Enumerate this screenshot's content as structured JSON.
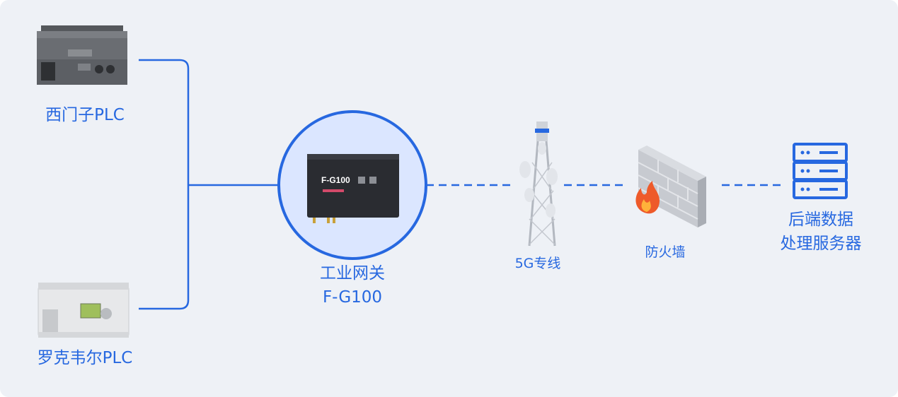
{
  "colors": {
    "background": "#eef1f6",
    "accent": "#2768e0",
    "accent_light": "#dbe6ff",
    "device_dark": "#2a2c31"
  },
  "nodes": {
    "plc_siemens": {
      "label": "西门子PLC",
      "icon": "plc-device-icon"
    },
    "plc_rockwell": {
      "label": "罗克韦尔PLC",
      "icon": "plc-device-icon"
    },
    "gateway": {
      "label_line1": "工业网关",
      "label_line2": "F-G100",
      "device_text": "F-G100",
      "icon": "gateway-device-icon"
    },
    "tower": {
      "label": "5G专线",
      "icon": "cell-tower-icon"
    },
    "firewall": {
      "label": "防火墙",
      "icon": "firewall-icon"
    },
    "server": {
      "label_line1": "后端数据",
      "label_line2": "处理服务器",
      "icon": "server-icon"
    }
  }
}
